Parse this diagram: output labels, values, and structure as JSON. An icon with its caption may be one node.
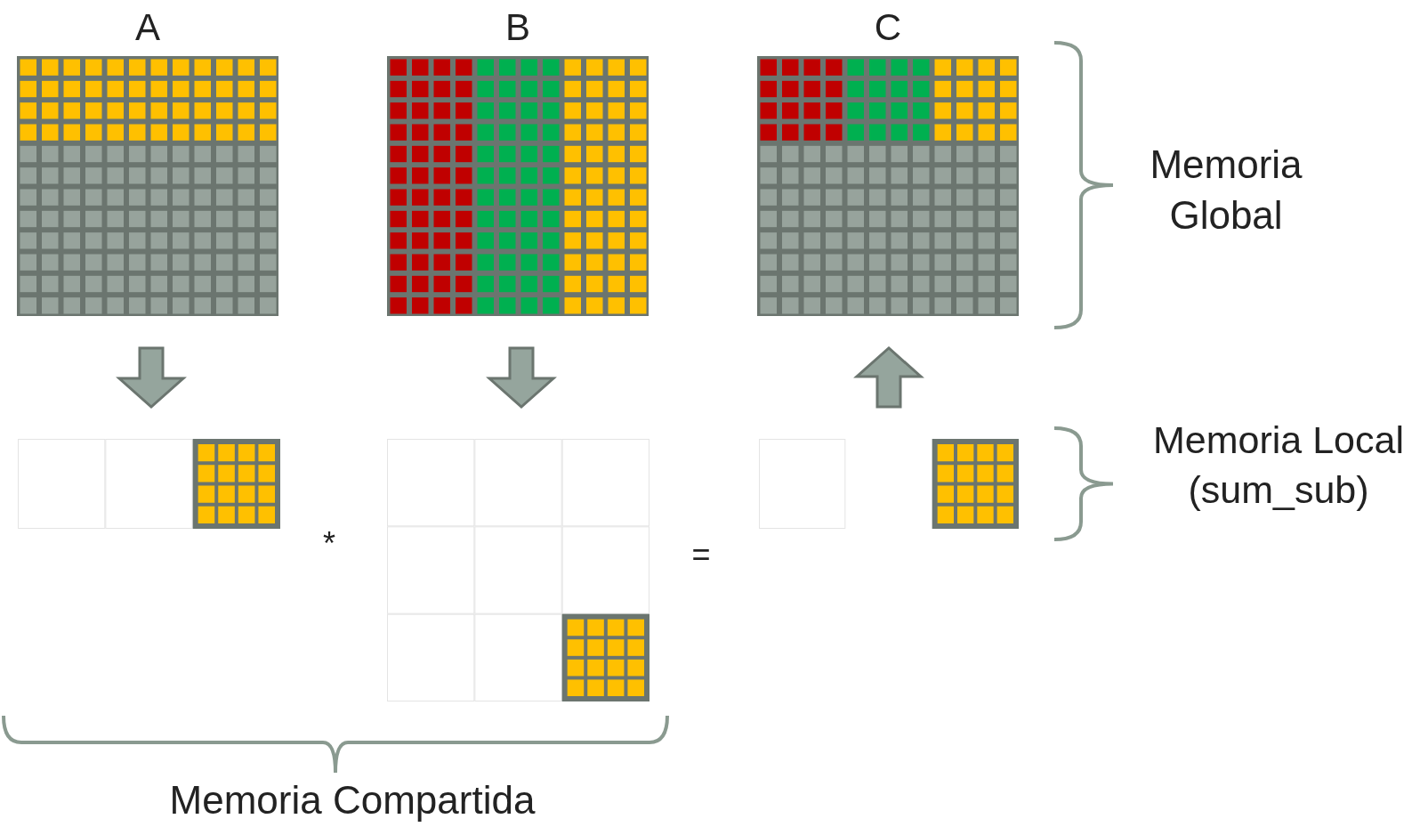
{
  "diagram": {
    "nodes": [
      {
        "text": [
          "A"
        ]
      },
      {
        "text": [
          "B"
        ]
      },
      {
        "text": [
          "C"
        ]
      },
      {
        "text": [],
        "shape": "box"
      },
      {
        "text": [],
        "shape": "box"
      },
      {
        "text": [],
        "shape": "box"
      }
    ],
    "edges": [
      {
        "from": 0,
        "to": 3,
        "arrow": "to"
      },
      {
        "from": 1,
        "to": 4,
        "arrow": "to"
      },
      {
        "from": 5,
        "to": 2,
        "arrow": "to"
      }
    ],
    "labels": [
      "*",
      "=",
      "Memoria Global",
      "Memoria Local (sum_sub)",
      "Memoria Compartida"
    ]
  }
}
